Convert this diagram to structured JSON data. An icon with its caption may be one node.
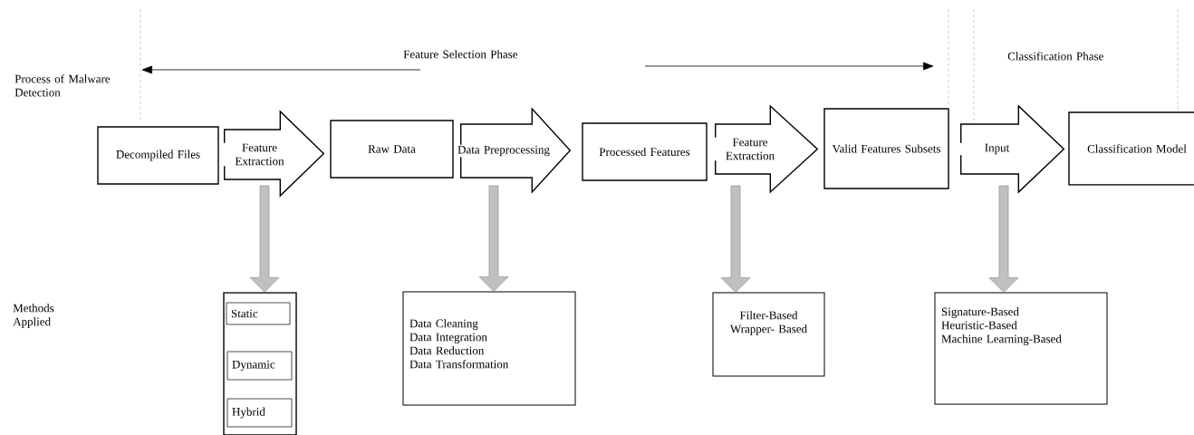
{
  "diagram": {
    "nodes": [
      {
        "text": [
          "Decompiled Files"
        ]
      },
      {
        "text": [
          "Raw Data"
        ]
      },
      {
        "text": [
          "Processed Features"
        ]
      },
      {
        "text": [
          "Valid Features Subsets"
        ]
      },
      {
        "text": [
          "Classification Model"
        ]
      },
      {
        "text": [],
        "shape": "box"
      },
      {
        "text": [
          "Static"
        ],
        "in": 5
      },
      {
        "text": [
          "Dynamic"
        ],
        "in": 5
      },
      {
        "text": [
          "Hybrid"
        ],
        "in": 5
      },
      {
        "text": [
          "Data Cleaning",
          "Data Integration",
          "Data Reduction",
          "Data Transformation"
        ]
      },
      {
        "text": [
          "Filter-Based",
          "Wrapper- Based"
        ]
      },
      {
        "text": [
          "Signature-Based",
          "Heuristic-Based",
          "Machine Learning-Based"
        ]
      }
    ],
    "edges": [
      {
        "from": 0,
        "to": 1,
        "arrow": "to",
        "label": "Feature Extraction"
      },
      {
        "from": 1,
        "to": 2,
        "arrow": "to",
        "label": "Data Preprocessing"
      },
      {
        "from": 2,
        "to": 3,
        "arrow": "to",
        "label": "Feature Extraction"
      },
      {
        "from": 3,
        "to": 4,
        "arrow": "to",
        "label": "Input"
      },
      {
        "from": null,
        "to": 5,
        "arrow": "to",
        "style": "thick",
        "color": "#c0c0c0"
      },
      {
        "from": null,
        "to": 9,
        "arrow": "to",
        "style": "thick",
        "color": "#c0c0c0"
      },
      {
        "from": null,
        "to": 10,
        "arrow": "to",
        "style": "thick",
        "color": "#c0c0c0"
      },
      {
        "from": null,
        "to": 11,
        "arrow": "to",
        "style": "thick",
        "color": "#c0c0c0"
      }
    ],
    "labels": [
      "Process of Malware Detection",
      "Feature Selection Phase",
      "Classification Phase",
      "Methods Applied"
    ]
  }
}
